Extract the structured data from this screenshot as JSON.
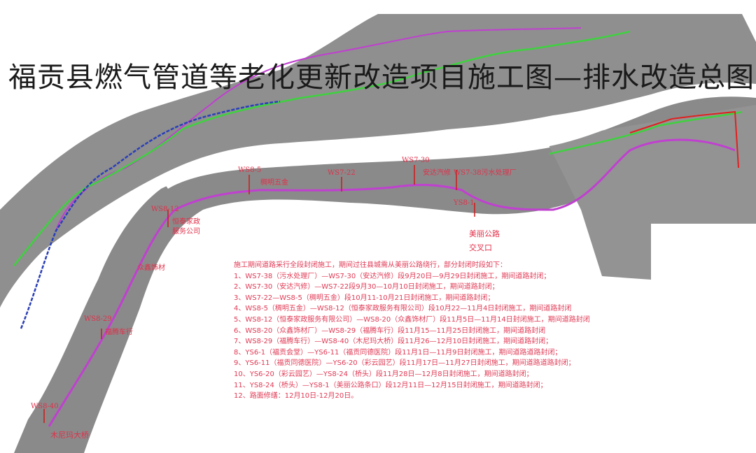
{
  "title": "福贡县燃气管道等老化更新改造项目施工图—排水改造总图",
  "colors": {
    "land": "#8a8a8a",
    "route_drain": "#c040d0",
    "route_green": "#3fd13f",
    "route_blue": "#2a3fb8",
    "label": "#e0304a"
  },
  "map_labels": {
    "ws8_5": "WS8-5",
    "chouming": "稠明五金",
    "ws7_22": "WS7-22",
    "ws7_30": "WS7-30",
    "anda": "安达汽修",
    "ws7_38": "WS7-38污水处理厂",
    "ys8_1": "YS8-1",
    "junction_1": "美丽公路",
    "junction_2": "交叉口",
    "ws8_12": "WS8-12",
    "hengtai_1": "恒泰家政",
    "hengtai_2": "服务公司",
    "zhongxin": "众鑫饰材",
    "ws8_29": "WS8-29",
    "futeng": "福腾车行",
    "ws8_40": "WS8-40",
    "bridge": "木尼玛大桥"
  },
  "notes": {
    "intro": "施工期间道路采行全段封闭施工，期间过往县城需从美丽公路绕行，部分封闭时段如下：",
    "items": [
      "1、WS7-38（污水处理厂）—WS7-30（安达汽修）段9月20日—9月29日封闭施工，期间道路封闭；",
      "2、WS7-30（安达汽修）—WS7-22段9月30—10月10日封闭施工，期间道路封闭；",
      "3、WS7-22—WS8-5（稠明五金）段10月11-10月21日封闭施工，期间道路封闭；",
      "4、WS8-5（稠明五金）—WS8-12（恒泰家政服务有限公司）段10月22—11月4日封闭施工，期间道路封闭",
      "5、WS8-12（恒泰家政服务有限公司）—WS8-20（众鑫饰材厂）段11月5日—11月14日封闭施工，期间道路封闭",
      "6、WS8-20（众鑫饰材厂）—WS8-29（福腾车行）段11月15—11月25日封闭施工，期间道路封闭",
      "7、WS8-29（福腾车行）—WS8-40（木尼玛大桥）段11月26—12月10日封闭施工，期间道路封闭；",
      "8、YS6-1（福贡会堂）—YS6-11（福贡同德医院）段11月1日—11月9日封闭施工，期间道路道路封闭；",
      "9、YS6-11（福贡同德医院）—YS6-20（彩云园艺）段11月17日—11月27日封闭施工，期间道路道路封闭；",
      "10、YS6-20（彩云园艺）—YS8-24（桥头）段11月28日—12月8日封闭施工，期间道路封闭；",
      "11、YS8-24（桥头）—YS8-1（美丽公路条口）段12月11日—12月15日封闭施工，期间道路封闭；",
      "12、路面修缮：12月10日-12月20日。"
    ]
  }
}
